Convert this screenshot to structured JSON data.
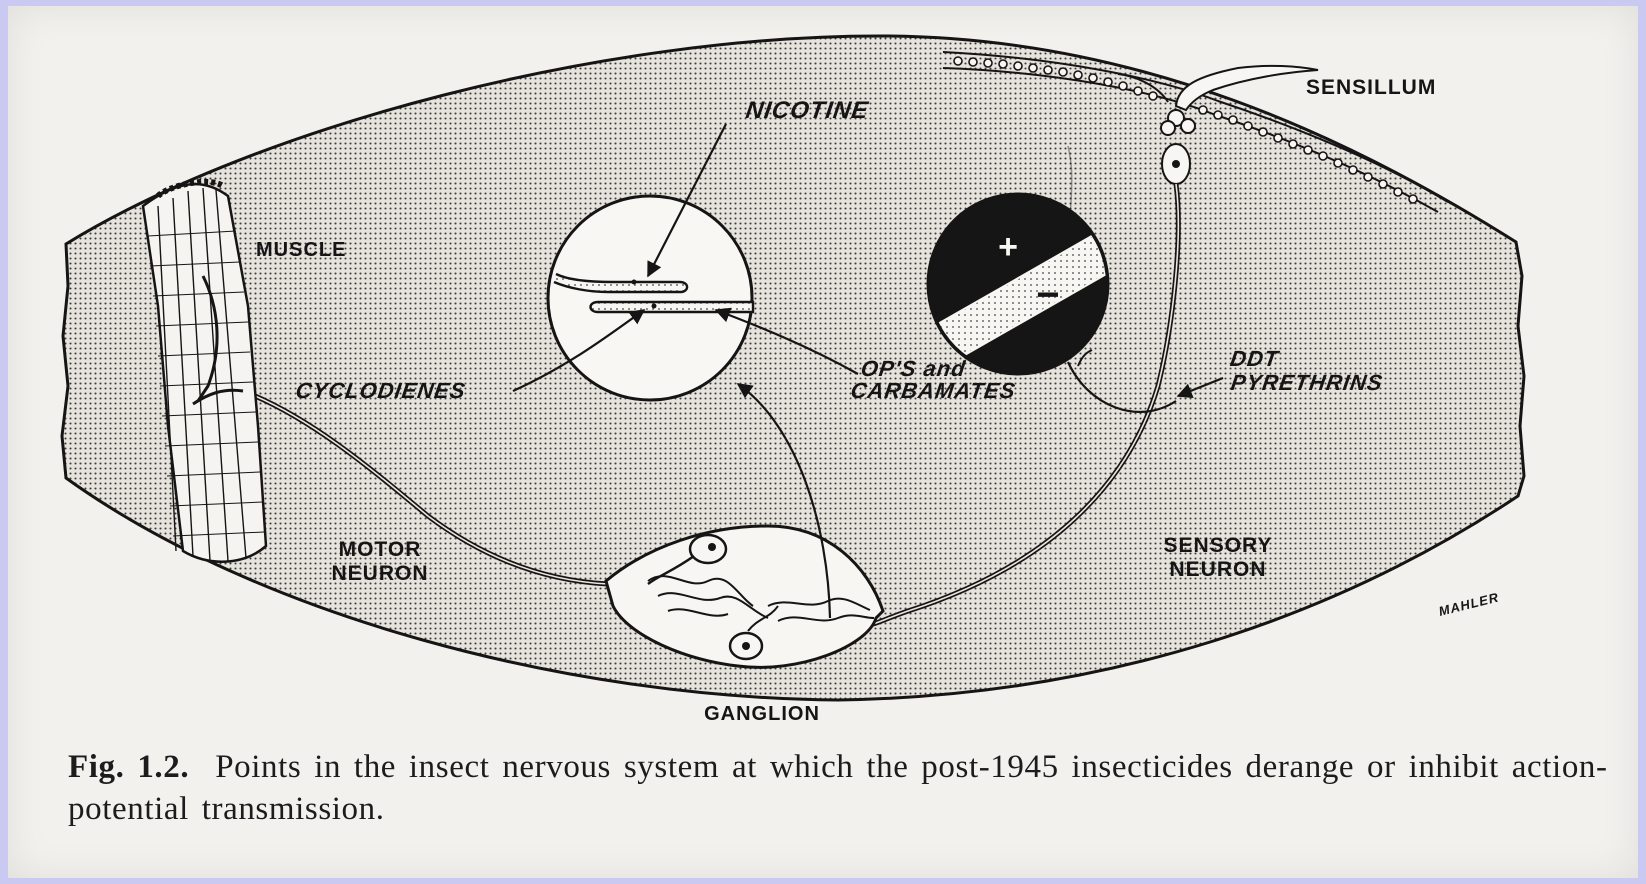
{
  "figure": {
    "labels": {
      "nicotine": "NICOTINE",
      "muscle": "MUSCLE",
      "sensillum": "SENSILLUM",
      "cyclodienes": "CYCLODIENES",
      "ops_line1": "OP'S and",
      "ops_line2": "CARBAMATES",
      "ddt_line1": "DDT",
      "ddt_line2": "PYRETHRINS",
      "motor_line1": "MOTOR",
      "motor_line2": "NEURON",
      "sensory_line1": "SENSORY",
      "sensory_line2": "NEURON",
      "ganglion": "GANGLION",
      "plus": "+",
      "minus": "−",
      "signature": "MAHLER"
    },
    "colors": {
      "ink": "#151515",
      "paper": "#f3f1ee",
      "stipple": "#dedad4"
    }
  },
  "caption": {
    "number": "Fig. 1.2.",
    "text": "Points in the insect nervous system at which the post-1945 insecticides derange or inhibit action-potential transmission."
  }
}
